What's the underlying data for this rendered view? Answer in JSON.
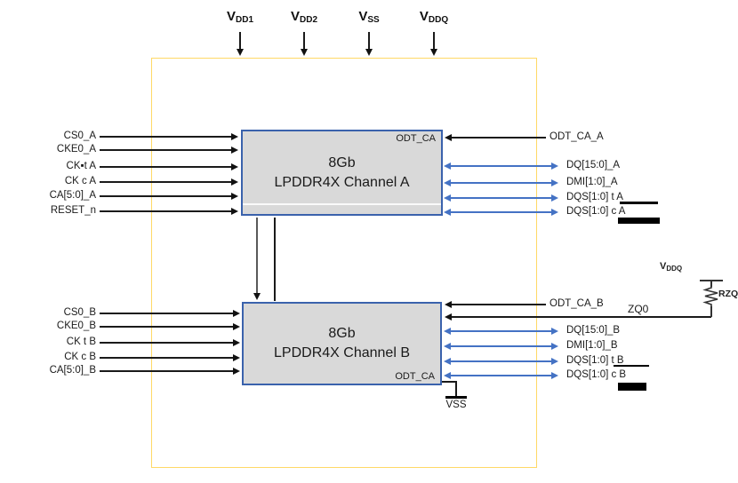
{
  "colors": {
    "package_outline": "#FFD966",
    "channel_border": "#3A62AC",
    "channel_fill": "#D9D9D9",
    "bus_blue": "#4472C4",
    "wire_black": "#1a1a1a"
  },
  "power_pins": [
    {
      "main": "V",
      "sub": "DD1"
    },
    {
      "main": "V",
      "sub": "DD2"
    },
    {
      "main": "V",
      "sub": "SS"
    },
    {
      "main": "V",
      "sub": "DDQ"
    }
  ],
  "channel_a": {
    "title_line1": "8Gb",
    "title_line2": "LPDDR4X Channel A",
    "corner_label": "ODT_CA",
    "inputs": [
      "CS0_A",
      "CKE0_A",
      "CK▪t A",
      "CK c A",
      "CA[5:0]_A",
      "RESET_n"
    ],
    "odt_input_label": "ODT_CA_A",
    "buses": [
      "DQ[15:0]_A",
      "DMI[1:0]_A",
      "DQS[1:0] t A",
      "DQS[1:0] c A"
    ]
  },
  "channel_b": {
    "title_line1": "8Gb",
    "title_line2": "LPDDR4X Channel B",
    "corner_label": "ODT_CA",
    "inputs": [
      "CS0_B",
      "CKE0_B",
      "CK t B",
      "CK c B",
      "CA[5:0]_B"
    ],
    "odt_input_label": "ODT_CA_B",
    "buses": [
      "DQ[15:0]_B",
      "DMI[1:0]_B",
      "DQS[1:0] t B",
      "DQS[1:0] c B"
    ]
  },
  "zq_network": {
    "pin_label": "ZQ0",
    "resistor_label": "RZQ",
    "supply_main": "V",
    "supply_sub": "DDQ"
  },
  "ground_label": "VSS"
}
